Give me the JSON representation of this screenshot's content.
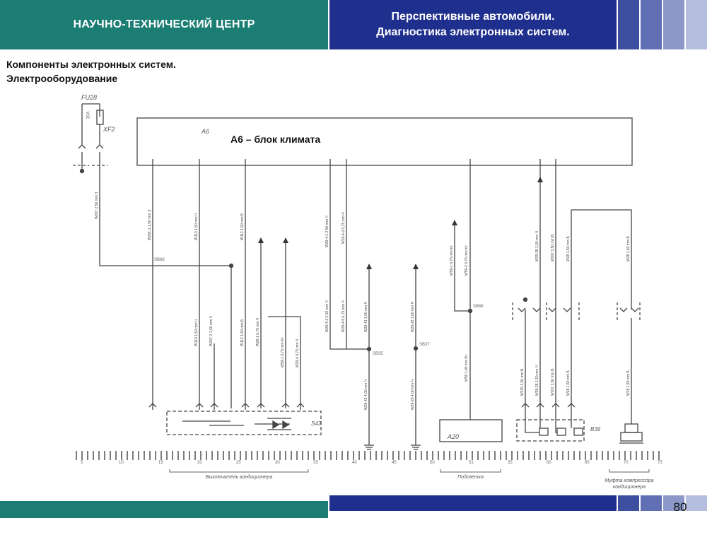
{
  "header": {
    "left_title": "НАУЧНО-ТЕХНИЧЕСКИЙ ЦЕНТР",
    "right_title_line1": "Перспективные автомобили.",
    "right_title_line2": "Диагностика электронных систем."
  },
  "section": {
    "line1": "Компоненты электронных систем.",
    "line2": "Электрооборудование"
  },
  "diagram": {
    "block_label": "A6 – блок климата",
    "block_ref": "A6",
    "fuse_label": "FU28",
    "fuse_rating": "30A",
    "connector_label": "XF2",
    "splice_labels": [
      "SB68",
      "SB35",
      "SB37",
      "SB68"
    ],
    "switch_label": "S43",
    "component_a20": "A20",
    "component_b39": "B39",
    "ruler_numbers": [
      "5",
      "10",
      "15",
      "20",
      "25",
      "30",
      "35",
      "40",
      "45",
      "50",
      "51",
      "55",
      "60",
      "65",
      "70",
      "75"
    ],
    "section_labels": {
      "ac_switch": "Выключатель кондиционера",
      "backlight": "Подсветка",
      "compressor_clutch_line1": "Муфта компрессора",
      "compressor_clutch_line2": "кондиционера"
    }
  },
  "footer": {
    "page_number": "80"
  },
  "colors": {
    "teal": "#1b7d74",
    "navy": "#1f2f8e",
    "square_1": "#3f4f9f",
    "square_2": "#6170b4",
    "square_3": "#8b98c9",
    "square_4": "#b5bede"
  }
}
